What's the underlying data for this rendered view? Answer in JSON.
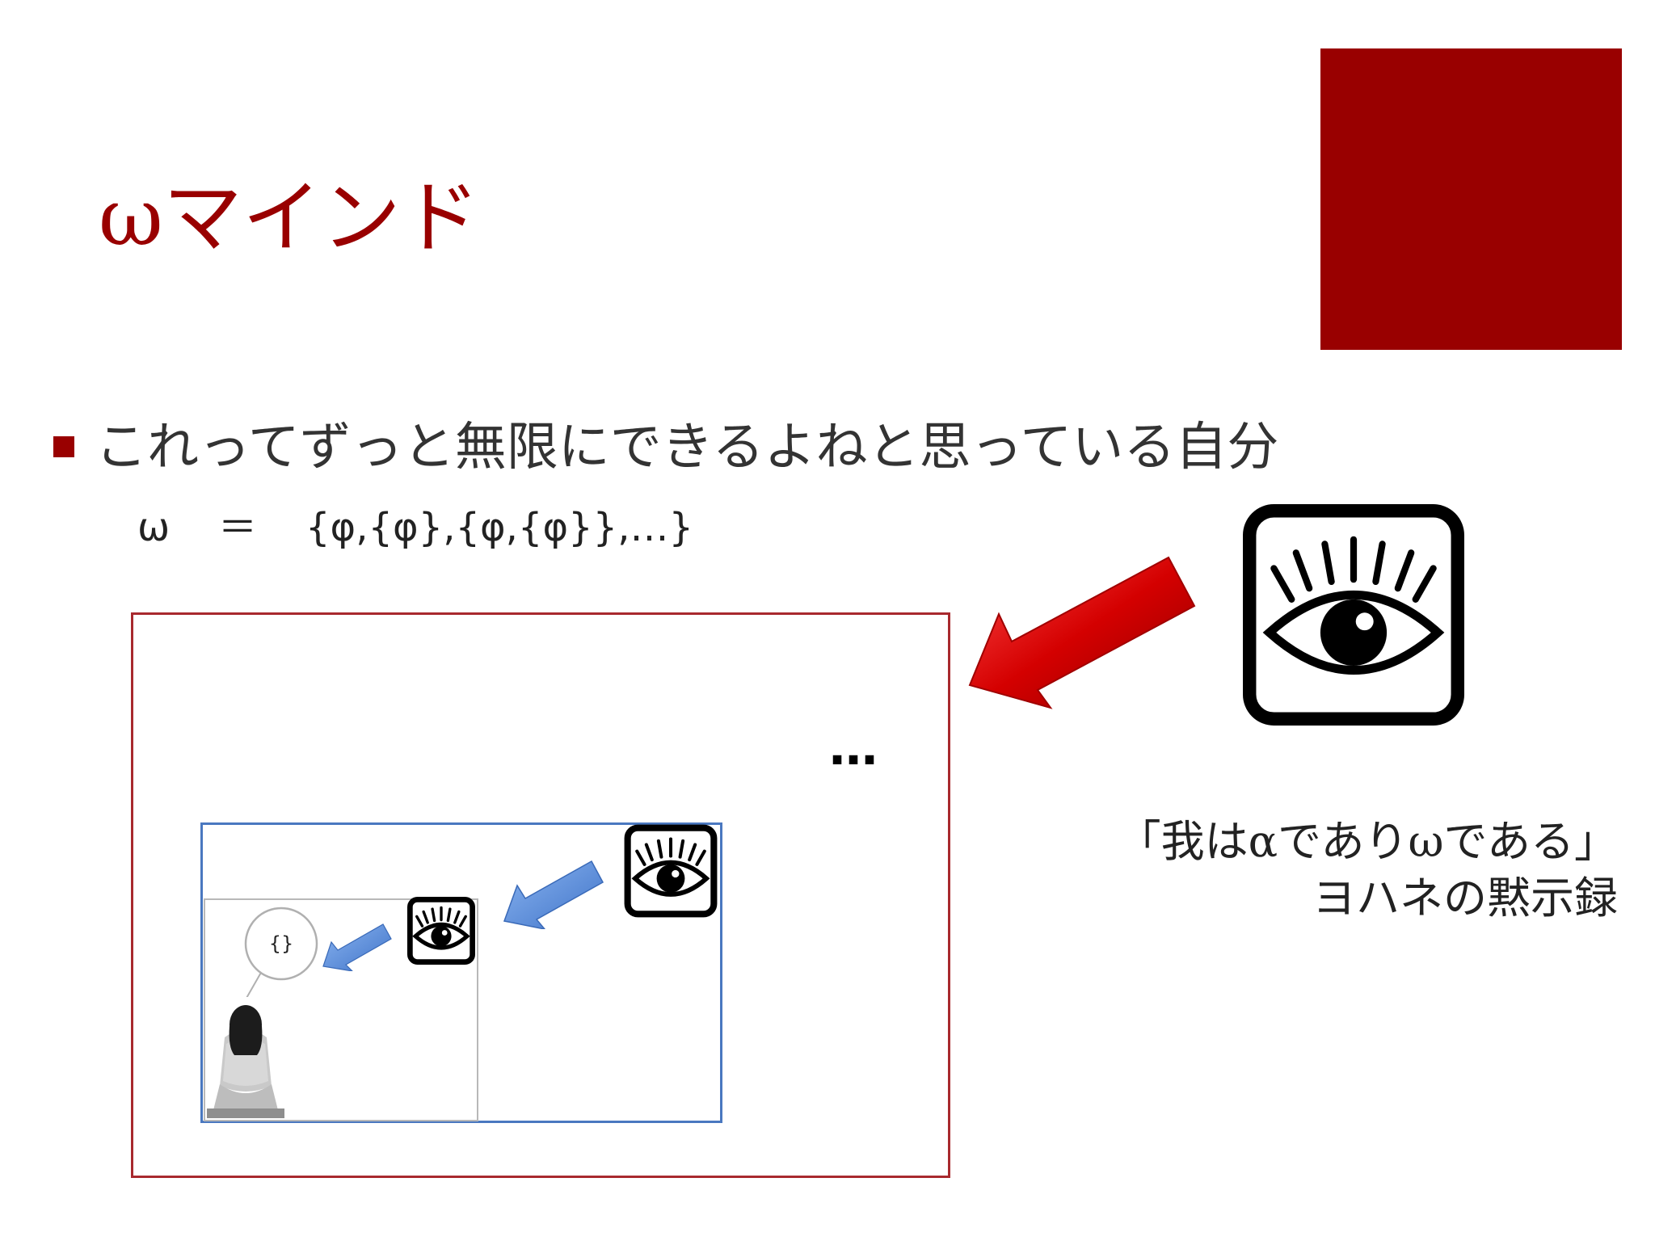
{
  "slide": {
    "title": "ωマインド",
    "bullet": "これってずっと無限にできるよねと思っている自分",
    "formula": {
      "lhs": "ω",
      "eq": "＝",
      "rhs": "{φ,{φ},{φ,{φ}},…}"
    },
    "ellipsis": "…",
    "bubble_text": "{}",
    "quote": {
      "line1": "「我はαでありωである」",
      "line2": "ヨハネの黙示録"
    }
  },
  "colors": {
    "accent": "#990000",
    "outer_frame": "#a8292e",
    "mid_frame": "#4a78c0",
    "arrow_red": "#d40000",
    "arrow_blue": "#5b8fdc"
  },
  "icons": {
    "big_eye": "eye-icon",
    "medium_eye": "eye-icon",
    "small_eye": "eye-icon"
  }
}
